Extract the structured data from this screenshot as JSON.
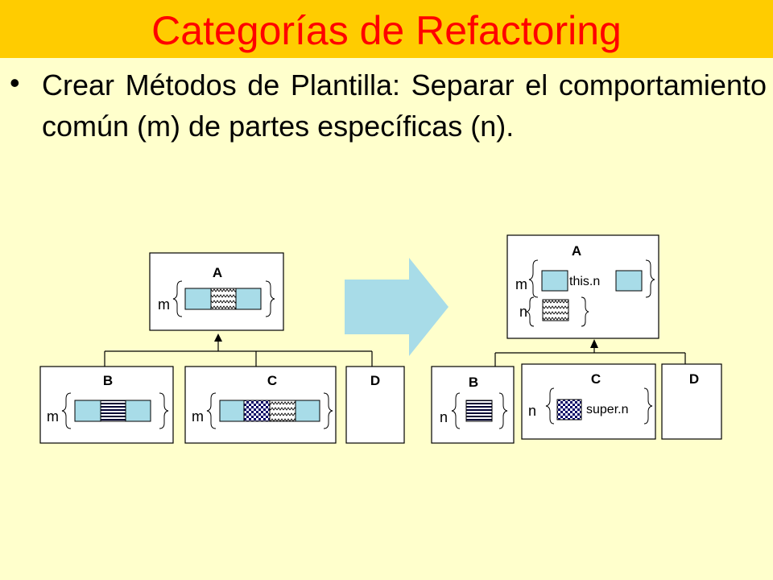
{
  "slide": {
    "title": "Categorías de Refactoring",
    "bullet": "Crear Métodos de Plantilla: Separar el comportamiento común (m) de partes específicas (n)."
  },
  "before": {
    "class_a": {
      "name": "A",
      "method": "m"
    },
    "class_b": {
      "name": "B",
      "method": "m"
    },
    "class_c": {
      "name": "C",
      "method": "m"
    },
    "class_d": {
      "name": "D"
    }
  },
  "after": {
    "class_a": {
      "name": "A",
      "method_m": "m",
      "call": "this.n",
      "method_n": "n"
    },
    "class_b": {
      "name": "B",
      "method": "n"
    },
    "class_c": {
      "name": "C",
      "method": "n",
      "call": "super.n"
    },
    "class_d": {
      "name": "D"
    }
  },
  "colors": {
    "title_bar": "#ffcc00",
    "title_text": "#ff0000",
    "background": "#ffffcc",
    "slot": "#a8dce8",
    "arrow": "#a8dce8"
  }
}
